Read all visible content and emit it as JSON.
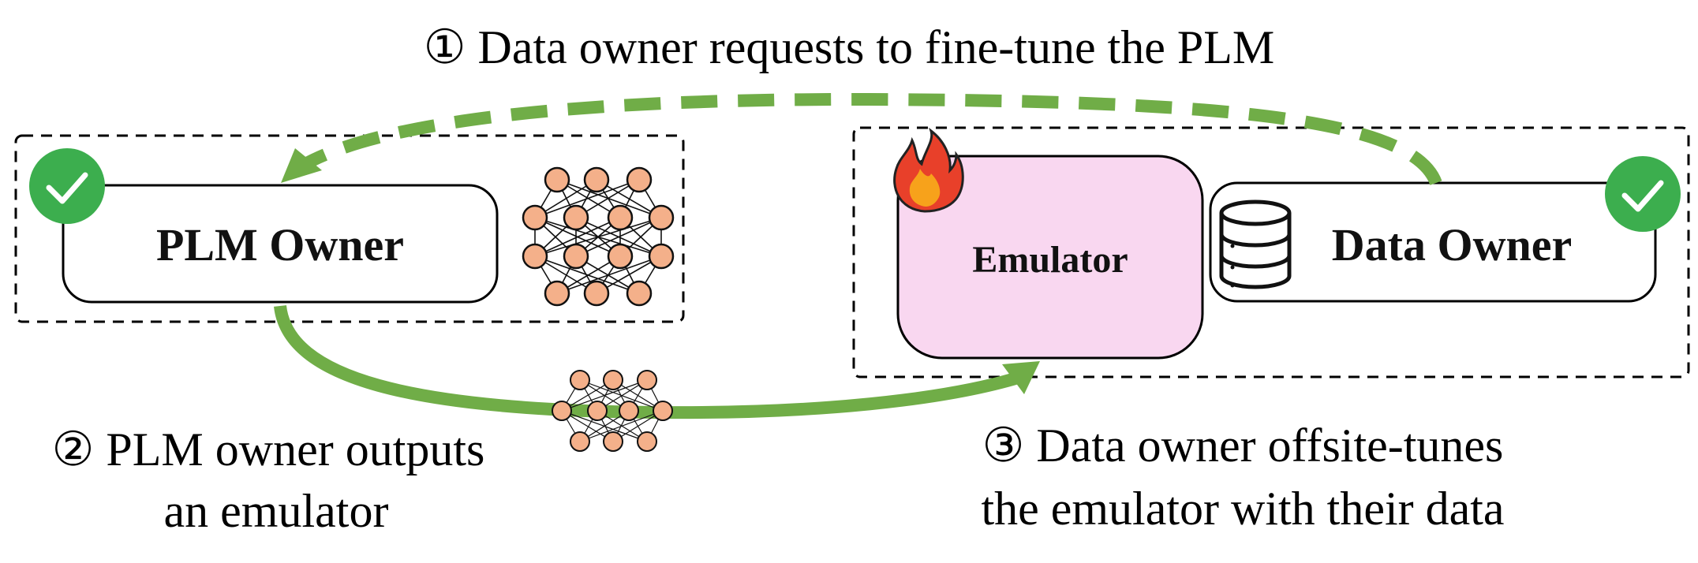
{
  "steps": {
    "step1": "① Data owner requests to fine-tune the PLM",
    "step2_line1": "② PLM owner outputs",
    "step2_line2": "an emulator",
    "step3_line1": "③ Data owner offsite-tunes",
    "step3_line2": "the emulator with their data"
  },
  "boxes": {
    "plm_owner": "PLM Owner",
    "emulator": "Emulator",
    "data_owner": "Data Owner"
  },
  "colors": {
    "arrow_green": "#70ad47",
    "check_green": "#3cae4e",
    "neuron_fill": "#f4b08a",
    "emulator_fill": "#f9d7f0"
  },
  "icons": {
    "check": "check-circle-icon",
    "fire": "fire-icon",
    "database": "database-icon",
    "network": "neural-network-icon"
  }
}
